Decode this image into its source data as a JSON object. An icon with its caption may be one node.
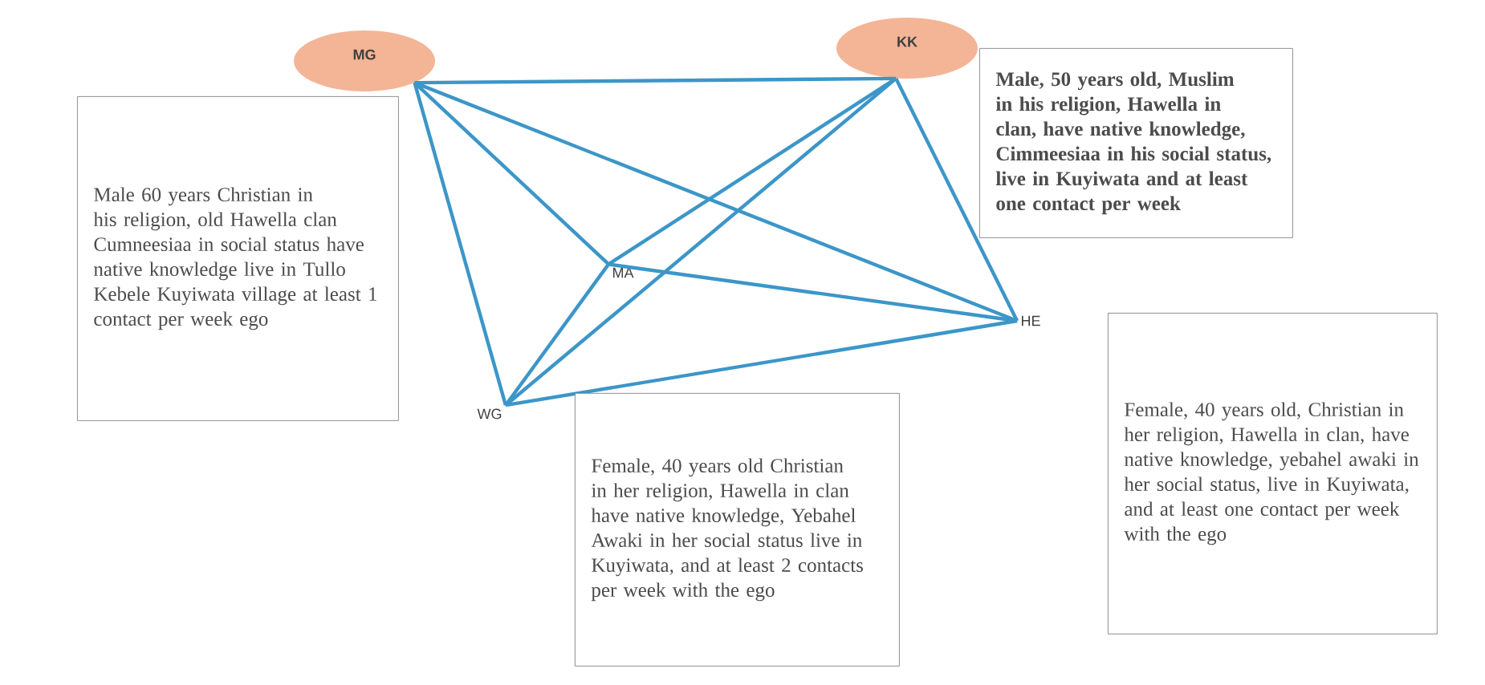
{
  "diagram": {
    "nodes": [
      {
        "text": [
          "MG"
        ]
      },
      {
        "text": [
          "KK"
        ]
      },
      {
        "text": [
          "Male 60 years Christian in his religion, old Hawella clan Cumneesiaa in social status have native knowledge live in Tullo Kebele Kuyiwata village at least 1 contact per week ego"
        ]
      },
      {
        "text": [
          "Male, 50 years old, Muslim in his religion, Hawella in clan, have native knowledge, Cimmeesiaa in his social status, live in Kuyiwata and at least one contact per week"
        ]
      },
      {
        "text": [
          "MA"
        ]
      },
      {
        "text": [
          "HE"
        ]
      },
      {
        "text": [
          "WG"
        ]
      },
      {
        "text": [
          "Female, 40 years old Christian in her religion, Hawella in clan have native knowledge, Yebahel Awaki in her social status live in Kuyiwata, and at least 2 contacts per week with the ego"
        ]
      },
      {
        "text": [
          "Female, 40 years old, Christian in her religion, Hawella in clan, have native knowledge, yebahel awaki in her social status, live in Kuyiwata, and at least one contact per week with the ego"
        ]
      }
    ],
    "edges": [
      {
        "from": 0,
        "to": 1,
        "arrow": "none"
      },
      {
        "from": 0,
        "to": 4,
        "arrow": "none"
      },
      {
        "from": 0,
        "to": 5,
        "arrow": "none"
      },
      {
        "from": 0,
        "to": 6,
        "arrow": "none"
      },
      {
        "from": 1,
        "to": 4,
        "arrow": "none"
      },
      {
        "from": 1,
        "to": 6,
        "arrow": "none"
      },
      {
        "from": 1,
        "to": 5,
        "arrow": "none"
      },
      {
        "from": 4,
        "to": 5,
        "arrow": "none"
      },
      {
        "from": 4,
        "to": 6,
        "arrow": "none"
      },
      {
        "from": 6,
        "to": 5,
        "arrow": "none"
      }
    ]
  }
}
